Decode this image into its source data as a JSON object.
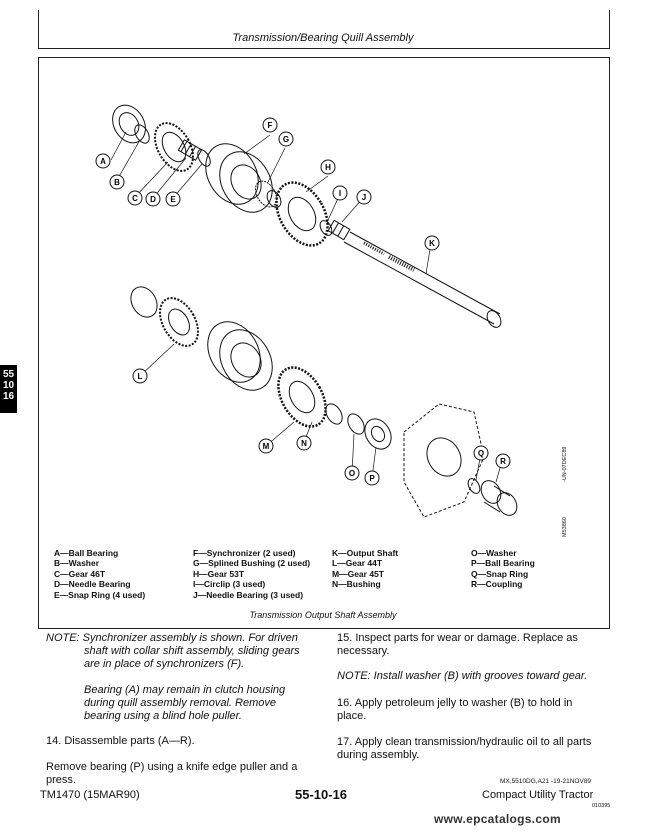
{
  "header": {
    "section_title": "Transmission/Bearing Quill Assembly"
  },
  "side_tab": {
    "line1": "55",
    "line2": "10",
    "line3": "16"
  },
  "figure": {
    "callouts": [
      "A",
      "B",
      "C",
      "D",
      "E",
      "F",
      "G",
      "H",
      "I",
      "J",
      "K",
      "L",
      "M",
      "N",
      "O",
      "P",
      "Q",
      "R"
    ],
    "vertical_codes": [
      "-UN-07DEC89",
      "M53860"
    ],
    "caption": "Transmission Output Shaft Assembly"
  },
  "legend": {
    "col1": [
      "A—Ball Bearing",
      "B—Washer",
      "C—Gear 46T",
      "D—Needle Bearing",
      "E—Snap Ring (4 used)"
    ],
    "col2": [
      "F—Synchronizer (2 used)",
      "G—Splined Bushing (2 used)",
      "H—Gear 53T",
      "I—Circlip (3 used)",
      "J—Needle Bearing (3 used)"
    ],
    "col3": [
      "K—Output Shaft",
      "L—Gear 44T",
      "M—Gear 45T",
      "N—Bushing"
    ],
    "col4": [
      "O—Washer",
      "P—Ball Bearing",
      "Q—Snap Ring",
      "R—Coupling"
    ]
  },
  "left_column": {
    "note1_line1": "NOTE: Synchronizer assembly is shown. For driven",
    "note1_line2": "shaft with collar shift assembly, sliding gears",
    "note1_line3": "are in place of synchronizers (F).",
    "note2_line1": "Bearing (A) may remain in clutch housing",
    "note2_line2": "during quill assembly removal. Remove",
    "note2_line3": "bearing using a blind hole puller.",
    "step14": "14. Disassemble parts (A—R).",
    "remove_line1": "Remove bearing (P) using a knife edge puller and a",
    "remove_line2": "press."
  },
  "right_column": {
    "step15_line1": "15. Inspect parts for wear or damage. Replace as",
    "step15_line2": "necessary.",
    "note3": "NOTE: Install washer (B) with grooves toward gear.",
    "step16_line1": "16. Apply petroleum jelly to washer (B) to hold in",
    "step16_line2": "place.",
    "step17_line1": "17. Apply clean transmission/hydraulic oil to all parts",
    "step17_line2": "during assembly."
  },
  "code_line": "MX,5510DG,A21 -19-21NOV89",
  "footer": {
    "left": "TM1470 (15MAR90)",
    "center": "55-10-16",
    "right": "Compact Utility Tractor",
    "code": "010395"
  },
  "watermark": "www.epcatalogs.com"
}
